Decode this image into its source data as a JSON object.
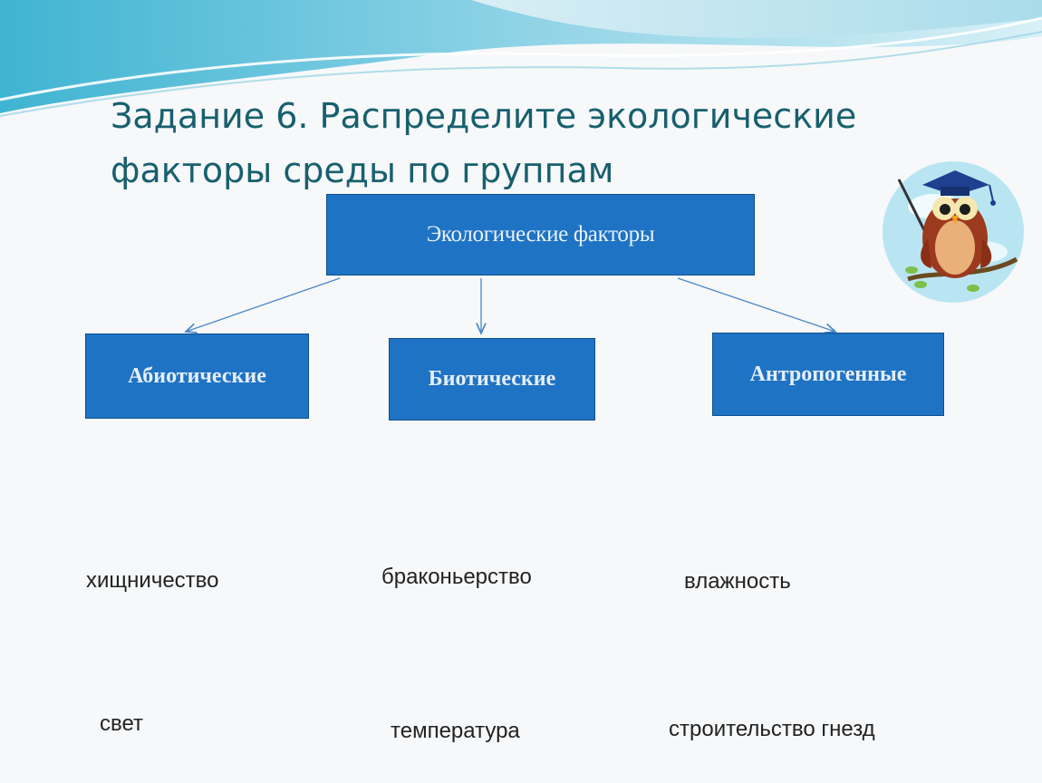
{
  "slide": {
    "title_line1": "Задание 6. Распределите экологические",
    "title_line2": "факторы среды по группам"
  },
  "diagram": {
    "root": "Экологические факторы",
    "categories": [
      "Абиотические",
      "Биотические",
      "Антропогенные"
    ]
  },
  "terms": [
    "хищничество",
    "браконьерство",
    "влажность",
    "свет",
    "температура",
    "строительство гнезд"
  ],
  "colors": {
    "box_fill": "#1f73c4",
    "title_text": "#17606e",
    "wave_light": "#bfe4f0",
    "wave_teal": "#5bc0d8",
    "connector": "#4a86c8"
  },
  "icons": {
    "illustration": "owl-graduate-icon"
  }
}
